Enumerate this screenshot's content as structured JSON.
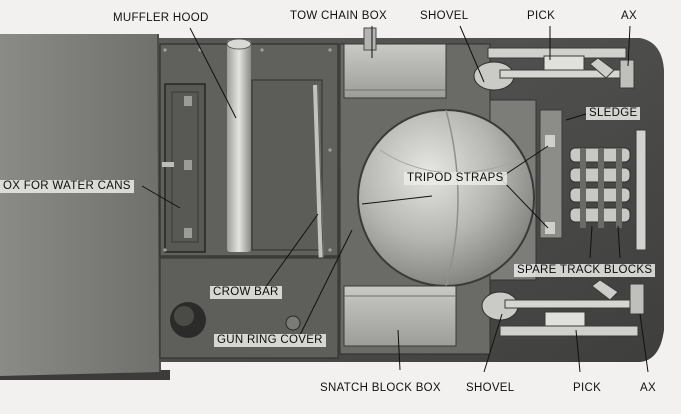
{
  "labels": {
    "muffler_hood": "MUFFLER HOOD",
    "tow_chain_box": "TOW CHAIN BOX",
    "shovel_top": "SHOVEL",
    "pick_top": "PICK",
    "ax_top": "AX",
    "sledge": "SLEDGE",
    "box_for_water_cans": "OX FOR WATER CANS",
    "tripod_straps": "TRIPOD STRAPS",
    "spare_track_blocks": "SPARE TRACK BLOCKS",
    "crow_bar": "CROW BAR",
    "gun_ring_cover": "GUN RING COVER",
    "snatch_block_box": "SNATCH BLOCK BOX",
    "shovel_bottom": "SHOVEL",
    "pick_bottom": "PICK",
    "ax_bottom": "AX"
  }
}
